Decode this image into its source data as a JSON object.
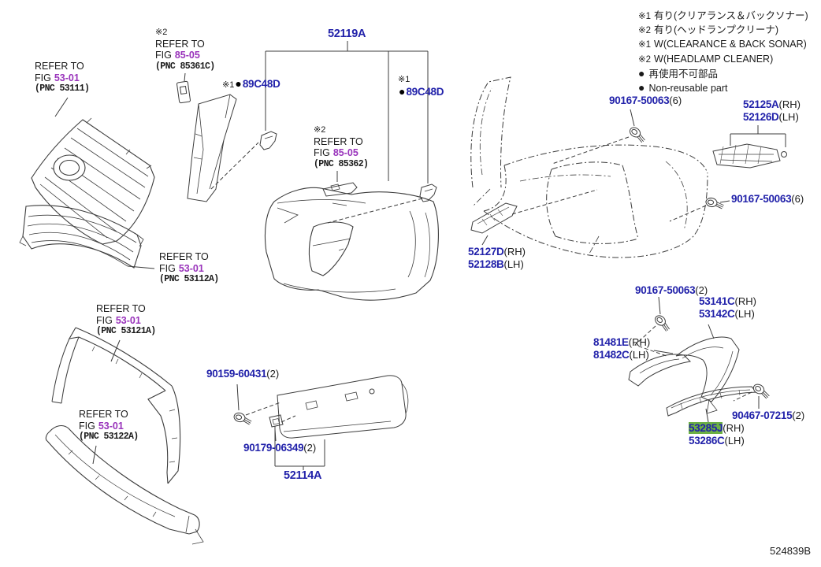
{
  "diagram_id": "524839B",
  "colors": {
    "part_number": "#2222aa",
    "fig_link": "#9933bb",
    "highlight_green": "#6cb044",
    "text": "#1a1a1a"
  },
  "legend": {
    "lines": [
      {
        "mark": "※1",
        "text": "有り(クリアランス＆バックソナー)"
      },
      {
        "mark": "※2",
        "text": "有り(ヘッドランプクリーナ)"
      },
      {
        "mark": "※1",
        "text": "W(CLEARANCE & BACK SONAR)"
      },
      {
        "mark": "※2",
        "text": "W(HEADLAMP CLEANER)"
      },
      {
        "bullet": "●",
        "text": "再使用不可部品"
      },
      {
        "bullet": "●",
        "text": "Non-reusable part"
      }
    ]
  },
  "labels": {
    "refer_53111": {
      "line1": "REFER TO",
      "fig_word": "FIG",
      "fig": "53-01",
      "pnc": "(PNC 53111)"
    },
    "refer_85361c": {
      "mark": "※2",
      "line1": "REFER TO",
      "fig_word": "FIG",
      "fig": "85-05",
      "pnc": "(PNC 85361C)"
    },
    "refer_85362": {
      "mark": "※2",
      "line1": "REFER TO",
      "fig_word": "FIG",
      "fig": "85-05",
      "pnc": "(PNC 85362)"
    },
    "refer_53112a": {
      "line1": "REFER TO",
      "fig_word": "FIG",
      "fig": "53-01",
      "pnc": "(PNC 53112A)"
    },
    "refer_53121a": {
      "line1": "REFER TO",
      "fig_word": "FIG",
      "fig": "53-01",
      "pnc": "(PNC 53121A)"
    },
    "refer_53122a": {
      "line1": "REFER TO",
      "fig_word": "FIG",
      "fig": "53-01",
      "pnc": "(PNC 53122A)"
    },
    "bumper_cover": {
      "num": "52119A"
    },
    "sensor_left": {
      "mark": "※1",
      "bullet": "●",
      "num": "89C48D"
    },
    "sensor_right": {
      "mark": "※1",
      "bullet": "●",
      "num": "89C48D"
    },
    "screw_top": {
      "num": "90167-50063",
      "qty": "(6)"
    },
    "side_support": {
      "num_rh": "52125A",
      "rh": "(RH)",
      "num_lh": "52126D",
      "lh": "(LH)"
    },
    "screw_right": {
      "num": "90167-50063",
      "qty": "(6)"
    },
    "lower_support": {
      "num_rh": "52127D",
      "rh": "(RH)",
      "num_lh": "52128B",
      "lh": "(LH)"
    },
    "screw_mid": {
      "num": "90167-50063",
      "qty": "(2)"
    },
    "fog_bezel": {
      "num_rh": "53141C",
      "rh": "(RH)",
      "num_lh": "53142C",
      "lh": "(LH)"
    },
    "fog_cover": {
      "num_rh": "81481E",
      "rh": "(RH)",
      "num_lh": "81482C",
      "lh": "(LH)"
    },
    "screw_license": {
      "num": "90159-60431",
      "qty": "(2)"
    },
    "clip_license": {
      "num": "90179-06349",
      "qty": "(2)"
    },
    "license_bracket": {
      "num": "52114A"
    },
    "screw_moulding": {
      "num": "90467-07215",
      "qty": "(2)"
    },
    "moulding": {
      "num_rh": "53285J",
      "rh": "(RH)",
      "num_lh": "53286C",
      "lh": "(LH)"
    }
  }
}
